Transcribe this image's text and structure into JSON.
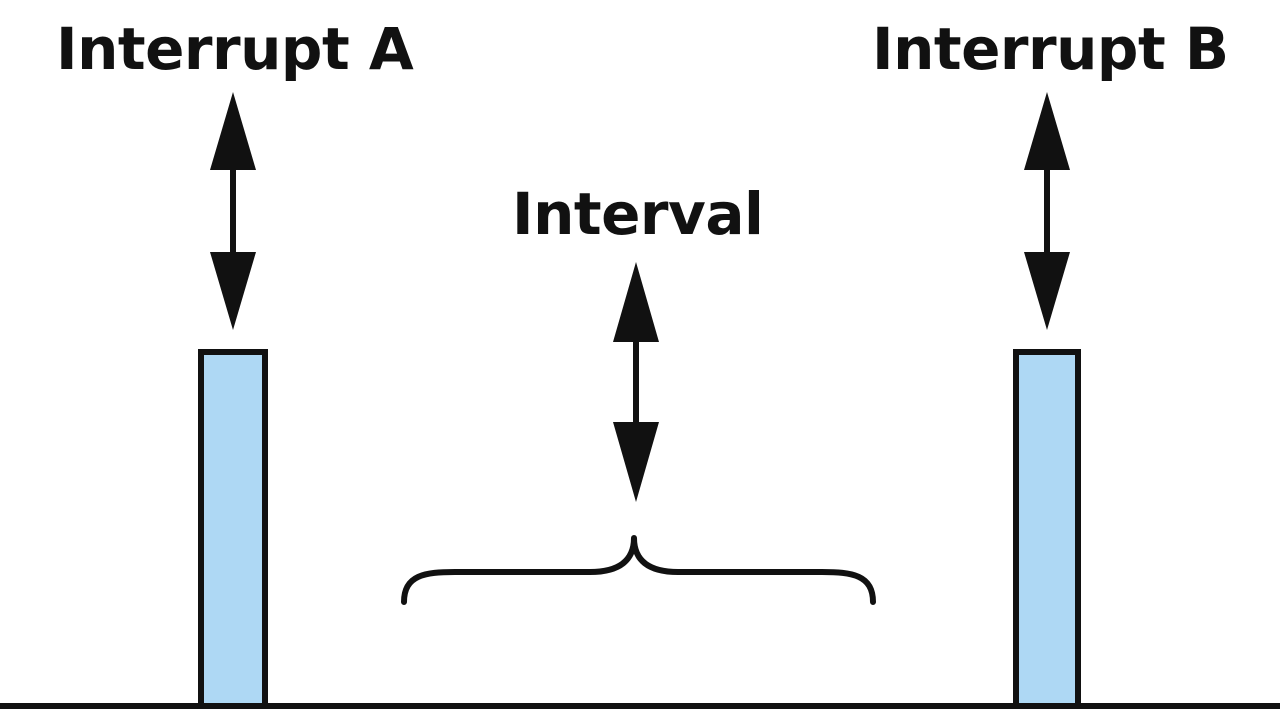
{
  "labels": {
    "interrupt_a": "Interrupt A",
    "interrupt_b": "Interrupt B",
    "interval": "Interval"
  },
  "colors": {
    "pulse_fill": "#aed8f4",
    "stroke": "#111111",
    "background": "#ffffff"
  }
}
